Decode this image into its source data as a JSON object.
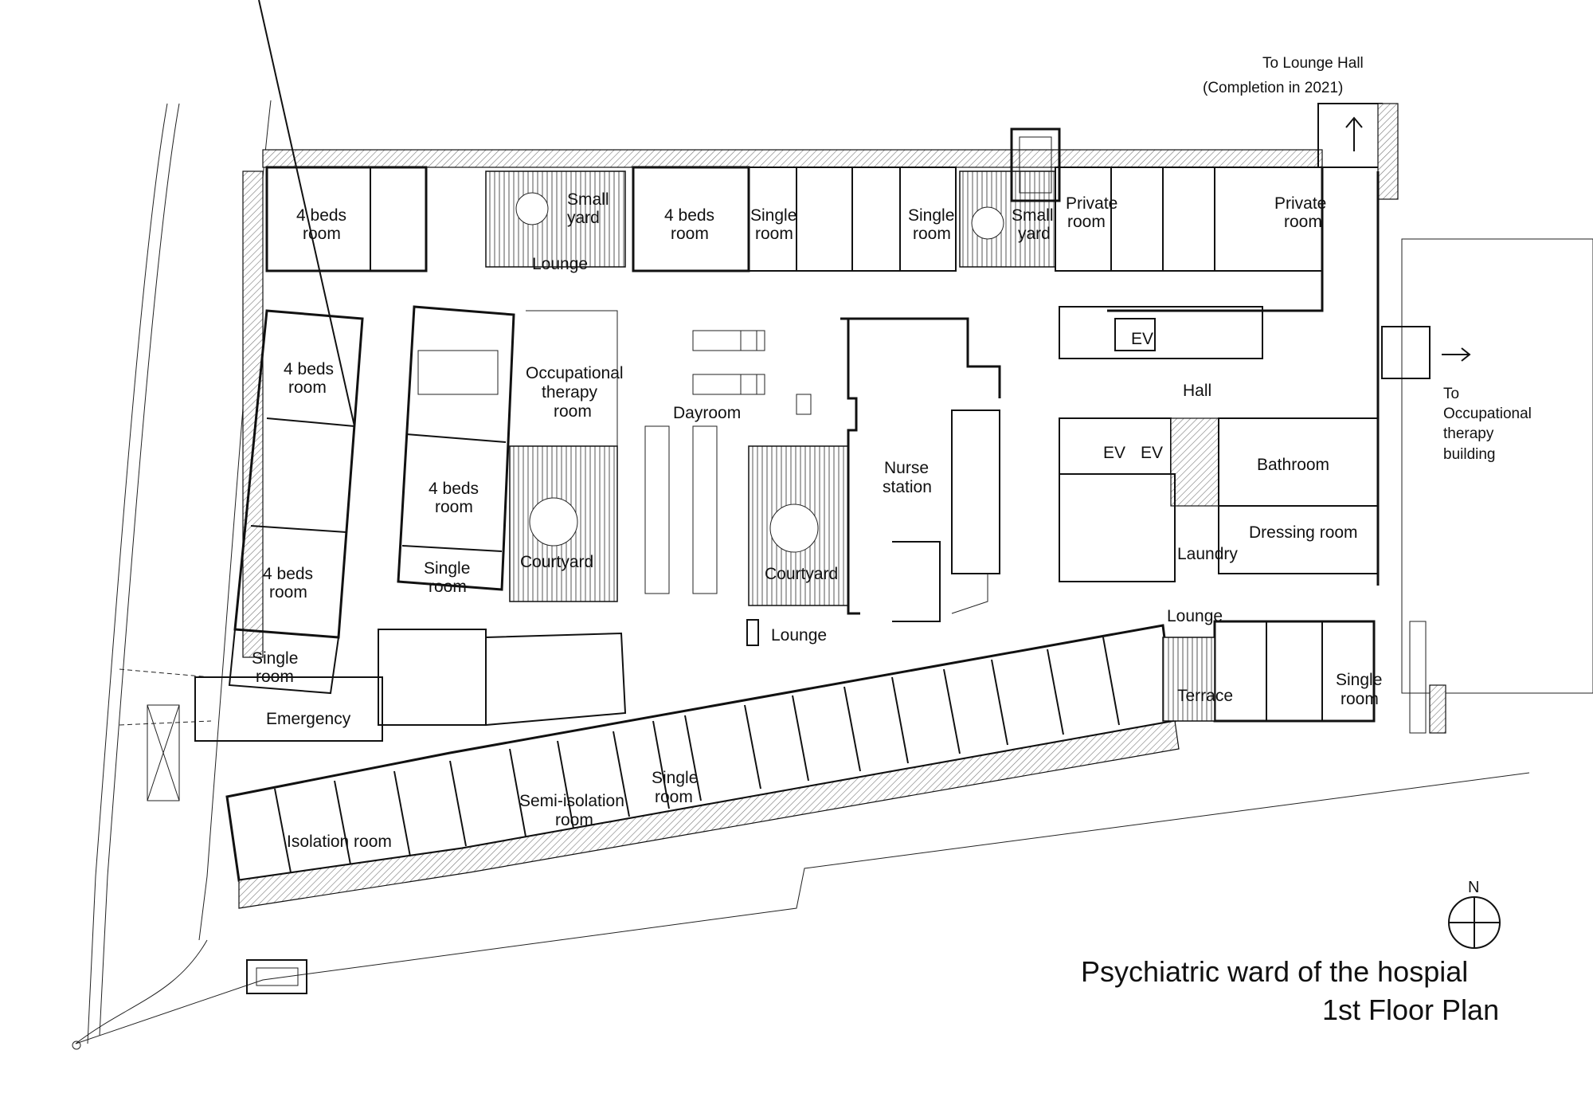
{
  "plan": {
    "title_line1": "Psychiatric ward of the hospial",
    "title_line2": "1st Floor Plan",
    "north": "N",
    "links": {
      "lounge_hall_1": "To Lounge Hall",
      "lounge_hall_2": "(Completion in 2021)",
      "ot_1": "To",
      "ot_2": "Occupational",
      "ot_3": "therapy",
      "ot_4": "building"
    },
    "rooms": {
      "four_beds": [
        "4 beds",
        "room"
      ],
      "single": [
        "Single",
        "room"
      ],
      "small_yard": [
        "Small",
        "yard"
      ],
      "private": [
        "Private",
        "room"
      ],
      "lounge": "Lounge",
      "ev": "EV",
      "hall": "Hall",
      "occupational": [
        "Occupational",
        "therapy",
        "room"
      ],
      "dayroom": "Dayroom",
      "nurse": [
        "Nurse",
        "station"
      ],
      "courtyard": "Courtyard",
      "bathroom": "Bathroom",
      "dressing": "Dressing room",
      "laundry": "Laundry",
      "terrace": "Terrace",
      "emergency": "Emergency",
      "isolation": "Isolation room",
      "semi_isolation": [
        "Semi-isolation",
        "room"
      ]
    }
  }
}
